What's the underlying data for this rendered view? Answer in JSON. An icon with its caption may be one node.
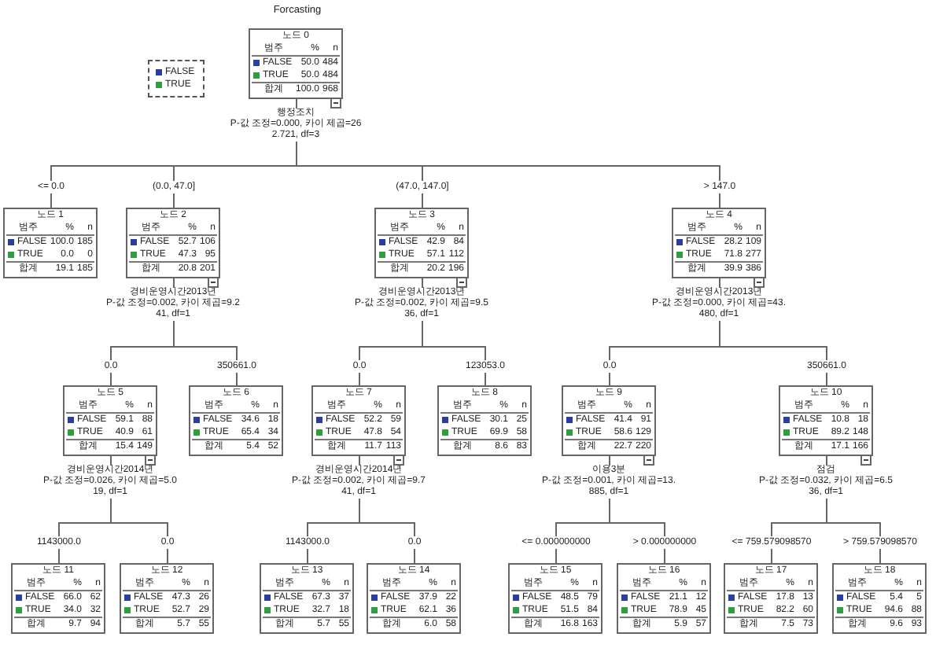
{
  "diagram": {
    "title": "Forcasting",
    "nodes": [
      {
        "text": [
          "노드 0",
          "범주",
          "%",
          "n",
          "FALSE",
          "50.0",
          "484",
          "TRUE",
          "50.0",
          "484",
          "합계",
          "100.0",
          "968",
          "행정조치",
          "P-값 조정=0.000, 카이 제곱=262.721, df=3"
        ]
      },
      {
        "text": [
          "노드 1",
          "범주",
          "%",
          "n",
          "FALSE",
          "100.0",
          "185",
          "TRUE",
          "0.0",
          "0",
          "합계",
          "19.1",
          "185"
        ]
      },
      {
        "text": [
          "노드 2",
          "범주",
          "%",
          "n",
          "FALSE",
          "52.7",
          "106",
          "TRUE",
          "47.3",
          "95",
          "합계",
          "20.8",
          "201",
          "경비운영시간2013년",
          "P-값 조정=0.002, 카이 제곱=9.241, df=1"
        ]
      },
      {
        "text": [
          "노드 3",
          "범주",
          "%",
          "n",
          "FALSE",
          "42.9",
          "84",
          "TRUE",
          "57.1",
          "112",
          "합계",
          "20.2",
          "196",
          "경비운영시간2013년",
          "P-값 조정=0.002, 카이 제곱=9.536, df=1"
        ]
      },
      {
        "text": [
          "노드 4",
          "범주",
          "%",
          "n",
          "FALSE",
          "28.2",
          "109",
          "TRUE",
          "71.8",
          "277",
          "합계",
          "39.9",
          "386",
          "경비운영시간2013년",
          "P-값 조정=0.000, 카이 제곱=43.480, df=1"
        ]
      },
      {
        "text": [
          "노드 5",
          "범주",
          "%",
          "n",
          "FALSE",
          "59.1",
          "88",
          "TRUE",
          "40.9",
          "61",
          "합계",
          "15.4",
          "149",
          "경비운영시간2014년",
          "P-값 조정=0.026, 카이 제곱=5.019, df=1"
        ]
      },
      {
        "text": [
          "노드 6",
          "범주",
          "%",
          "n",
          "FALSE",
          "34.6",
          "18",
          "TRUE",
          "65.4",
          "34",
          "합계",
          "5.4",
          "52"
        ]
      },
      {
        "text": [
          "노드 7",
          "범주",
          "%",
          "n",
          "FALSE",
          "52.2",
          "59",
          "TRUE",
          "47.8",
          "54",
          "합계",
          "11.7",
          "113",
          "경비운영시간2014년",
          "P-값 조정=0.002, 카이 제곱=9.741, df=1"
        ]
      },
      {
        "text": [
          "노드 8",
          "범주",
          "%",
          "n",
          "FALSE",
          "30.1",
          "25",
          "TRUE",
          "69.9",
          "58",
          "합계",
          "8.6",
          "83"
        ]
      },
      {
        "text": [
          "노드 9",
          "범주",
          "%",
          "n",
          "FALSE",
          "41.4",
          "91",
          "TRUE",
          "58.6",
          "129",
          "합계",
          "22.7",
          "220",
          "이용3분",
          "P-값 조정=0.001, 카이 제곱=13.885, df=1"
        ]
      },
      {
        "text": [
          "노드 10",
          "범주",
          "%",
          "n",
          "FALSE",
          "10.8",
          "18",
          "TRUE",
          "89.2",
          "148",
          "합계",
          "17.1",
          "166",
          "점검",
          "P-값 조정=0.032, 카이 제곱=6.536, df=1"
        ]
      },
      {
        "text": [
          "노드 11",
          "범주",
          "%",
          "n",
          "FALSE",
          "66.0",
          "62",
          "TRUE",
          "34.0",
          "32",
          "합계",
          "9.7",
          "94"
        ]
      },
      {
        "text": [
          "노드 12",
          "범주",
          "%",
          "n",
          "FALSE",
          "47.3",
          "26",
          "TRUE",
          "52.7",
          "29",
          "합계",
          "5.7",
          "55"
        ]
      },
      {
        "text": [
          "노드 13",
          "범주",
          "%",
          "n",
          "FALSE",
          "67.3",
          "37",
          "TRUE",
          "32.7",
          "18",
          "합계",
          "5.7",
          "55"
        ]
      },
      {
        "text": [
          "노드 14",
          "범주",
          "%",
          "n",
          "FALSE",
          "37.9",
          "22",
          "TRUE",
          "62.1",
          "36",
          "합계",
          "6.0",
          "58"
        ]
      },
      {
        "text": [
          "노드 15",
          "범주",
          "%",
          "n",
          "FALSE",
          "48.5",
          "79",
          "TRUE",
          "51.5",
          "84",
          "합계",
          "16.8",
          "163"
        ]
      },
      {
        "text": [
          "노드 16",
          "범주",
          "%",
          "n",
          "FALSE",
          "21.1",
          "12",
          "TRUE",
          "78.9",
          "45",
          "합계",
          "5.9",
          "57"
        ]
      },
      {
        "text": [
          "노드 17",
          "범주",
          "%",
          "n",
          "FALSE",
          "17.8",
          "13",
          "TRUE",
          "82.2",
          "60",
          "합계",
          "7.5",
          "73"
        ]
      },
      {
        "text": [
          "노드 18",
          "범주",
          "%",
          "n",
          "FALSE",
          "5.4",
          "5",
          "TRUE",
          "94.6",
          "88",
          "합계",
          "9.6",
          "93"
        ]
      }
    ],
    "edges": [
      {
        "from": 0,
        "to": 1,
        "arrow": "none",
        "label": "<= 0.0"
      },
      {
        "from": 0,
        "to": 2,
        "arrow": "none",
        "label": "(0.0, 47.0]"
      },
      {
        "from": 0,
        "to": 3,
        "arrow": "none",
        "label": "(47.0, 147.0]"
      },
      {
        "from": 0,
        "to": 4,
        "arrow": "none",
        "label": "> 147.0"
      },
      {
        "from": 2,
        "to": 5,
        "arrow": "none",
        "label": "0.0"
      },
      {
        "from": 2,
        "to": 6,
        "arrow": "none",
        "label": "350661.0"
      },
      {
        "from": 3,
        "to": 7,
        "arrow": "none",
        "label": "0.0"
      },
      {
        "from": 3,
        "to": 8,
        "arrow": "none",
        "label": "123053.0"
      },
      {
        "from": 4,
        "to": 9,
        "arrow": "none",
        "label": "0.0"
      },
      {
        "from": 4,
        "to": 10,
        "arrow": "none",
        "label": "350661.0"
      },
      {
        "from": 5,
        "to": 11,
        "arrow": "none",
        "label": "1143000.0"
      },
      {
        "from": 5,
        "to": 12,
        "arrow": "none",
        "label": "0.0"
      },
      {
        "from": 7,
        "to": 13,
        "arrow": "none",
        "label": "1143000.0"
      },
      {
        "from": 7,
        "to": 14,
        "arrow": "none",
        "label": "0.0"
      },
      {
        "from": 9,
        "to": 15,
        "arrow": "none",
        "label": "<= 0.000000000"
      },
      {
        "from": 9,
        "to": 16,
        "arrow": "none",
        "label": "> 0.000000000"
      },
      {
        "from": 10,
        "to": 17,
        "arrow": "none",
        "label": "<= 759.579098570"
      },
      {
        "from": 10,
        "to": 18,
        "arrow": "none",
        "label": "> 759.579098570"
      }
    ],
    "legend": [
      {
        "text": "FALSE",
        "color": "#2b3f9e"
      },
      {
        "text": "TRUE",
        "color": "#2e9e3f"
      }
    ]
  }
}
